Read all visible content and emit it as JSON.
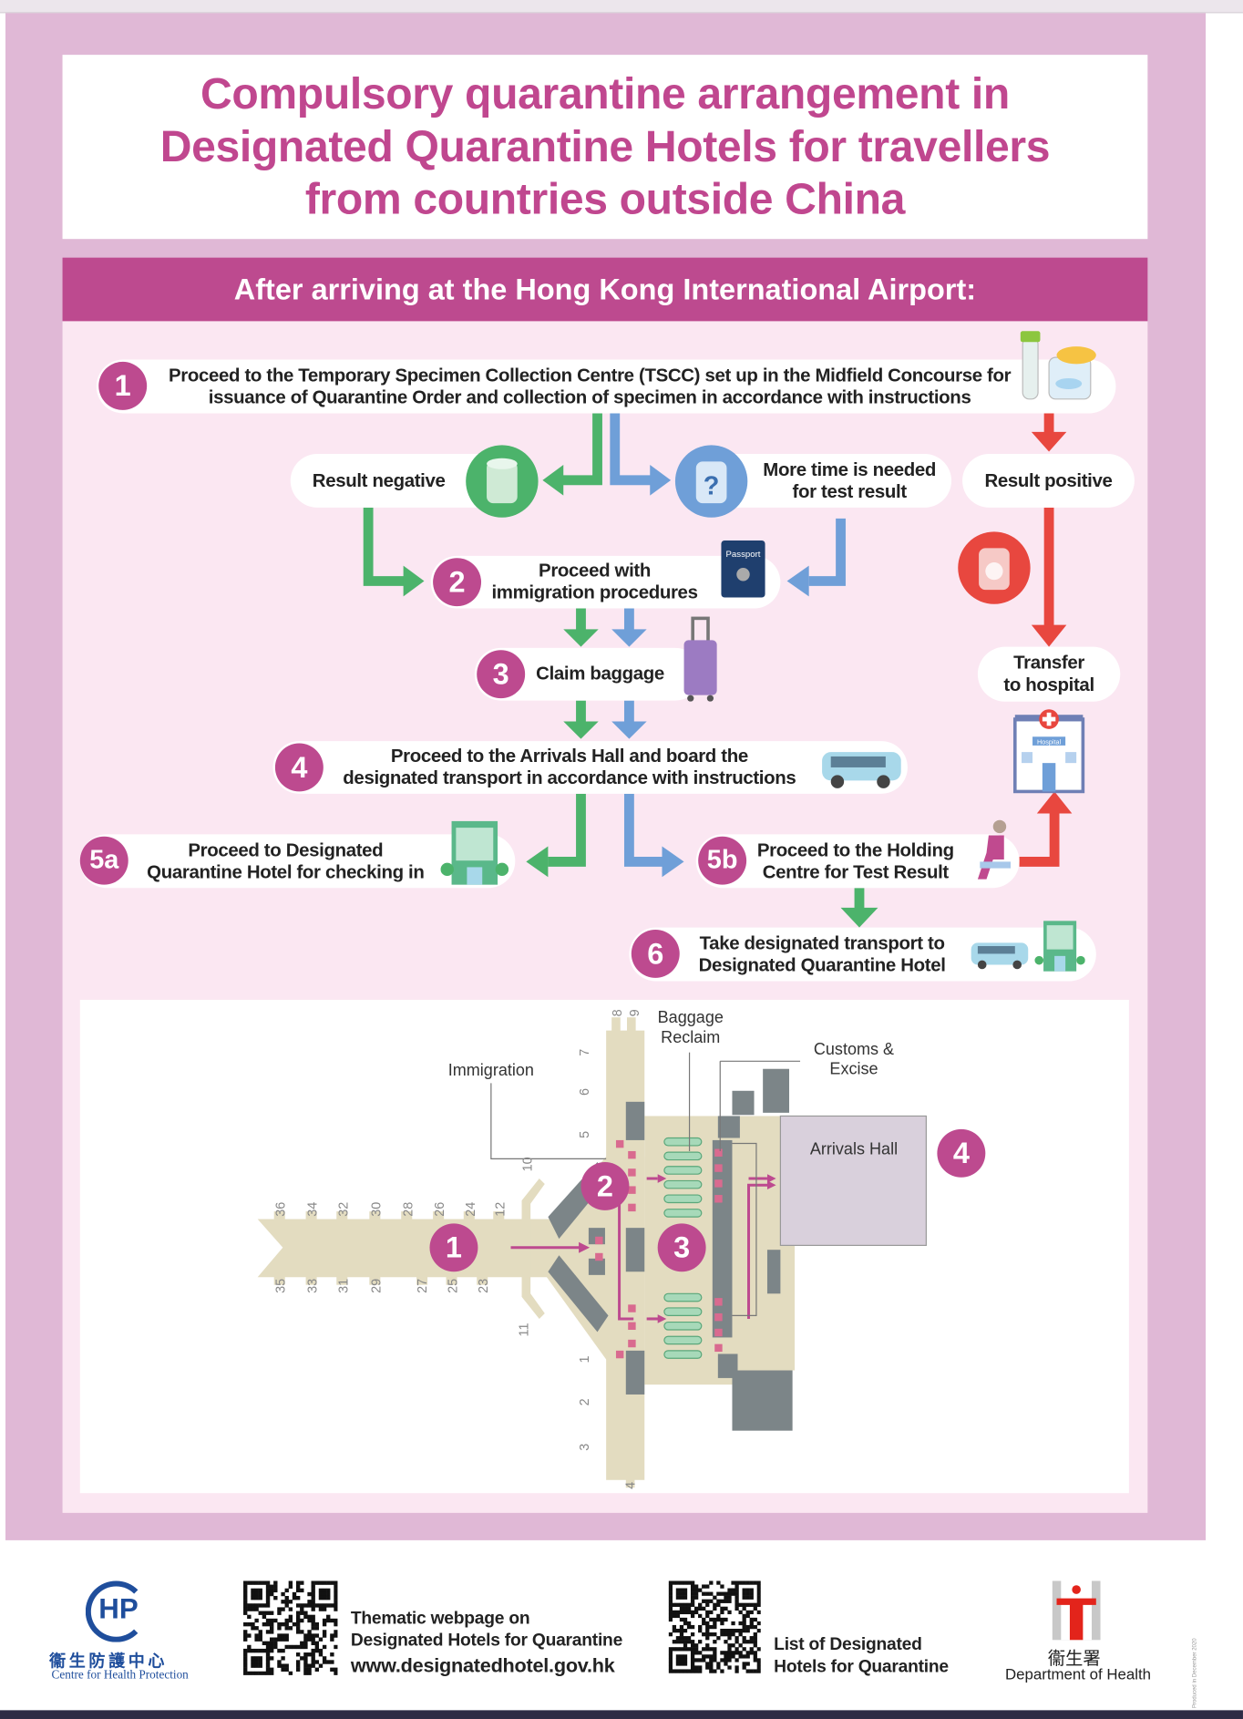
{
  "title": {
    "line1": "Compulsory quarantine arrangement in",
    "line2": "Designated Quarantine Hotels for travellers",
    "line3": "from countries outside China"
  },
  "banner": "After arriving at the Hong Kong International Airport:",
  "colors": {
    "magenta": "#bd4a8f",
    "green": "#4cb36b",
    "blue": "#6f9fd8",
    "red": "#e8473f",
    "pink_bg": "#e0b8d6"
  },
  "steps": {
    "s1": {
      "num": "1",
      "line1": "Proceed to the Temporary Specimen Collection Centre (TSCC) set up in the Midfield Concourse for",
      "line2": "issuance of Quarantine Order and collection of specimen in accordance with instructions"
    },
    "negative": "Result negative",
    "more_time": {
      "line1": "More time is needed",
      "line2": "for test result"
    },
    "positive": "Result positive",
    "s2": {
      "num": "2",
      "line1": "Proceed with",
      "line2": "immigration procedures",
      "passport": "Passport"
    },
    "s3": {
      "num": "3",
      "text": "Claim baggage"
    },
    "hospital": {
      "line1": "Transfer",
      "line2": "to hospital",
      "sign": "Hospital"
    },
    "s4": {
      "num": "4",
      "line1": "Proceed to the Arrivals Hall and board the",
      "line2": "designated transport in accordance with instructions"
    },
    "s5a": {
      "num": "5a",
      "line1": "Proceed to Designated",
      "line2": "Quarantine Hotel for checking in"
    },
    "s5b": {
      "num": "5b",
      "line1": "Proceed to the Holding",
      "line2": "Centre for Test Result"
    },
    "s6": {
      "num": "6",
      "line1": "Take designated transport to",
      "line2": "Designated Quarantine Hotel"
    }
  },
  "map": {
    "labels": {
      "immigration": "Immigration",
      "baggage1": "Baggage",
      "baggage2": "Reclaim",
      "customs1": "Customs &",
      "customs2": "Excise",
      "arrivals": "Arrivals Hall"
    },
    "markers": [
      "1",
      "2",
      "3",
      "4"
    ],
    "gates_top": [
      "36",
      "34",
      "32",
      "30",
      "28",
      "26",
      "24",
      "12"
    ],
    "gates_bottom": [
      "35",
      "33",
      "31",
      "29",
      "27",
      "25",
      "23"
    ],
    "gates_vertical": [
      "8",
      "9",
      "7",
      "6",
      "5",
      "10",
      "11",
      "1",
      "2",
      "3",
      "4"
    ]
  },
  "footer": {
    "chp_logo": "HP",
    "chp_cn": "衞生防護中心",
    "chp_en": "Centre for Health Protection",
    "qr1_line1": "Thematic webpage on",
    "qr1_line2": "Designated Hotels for Quarantine",
    "qr1_url": "www.designatedhotel.gov.hk",
    "qr2_line1": "List of Designated",
    "qr2_line2": "Hotels for Quarantine",
    "doh_cn": "衞生署",
    "doh_en": "Department of Health",
    "produced": "Produced in December 2020"
  }
}
